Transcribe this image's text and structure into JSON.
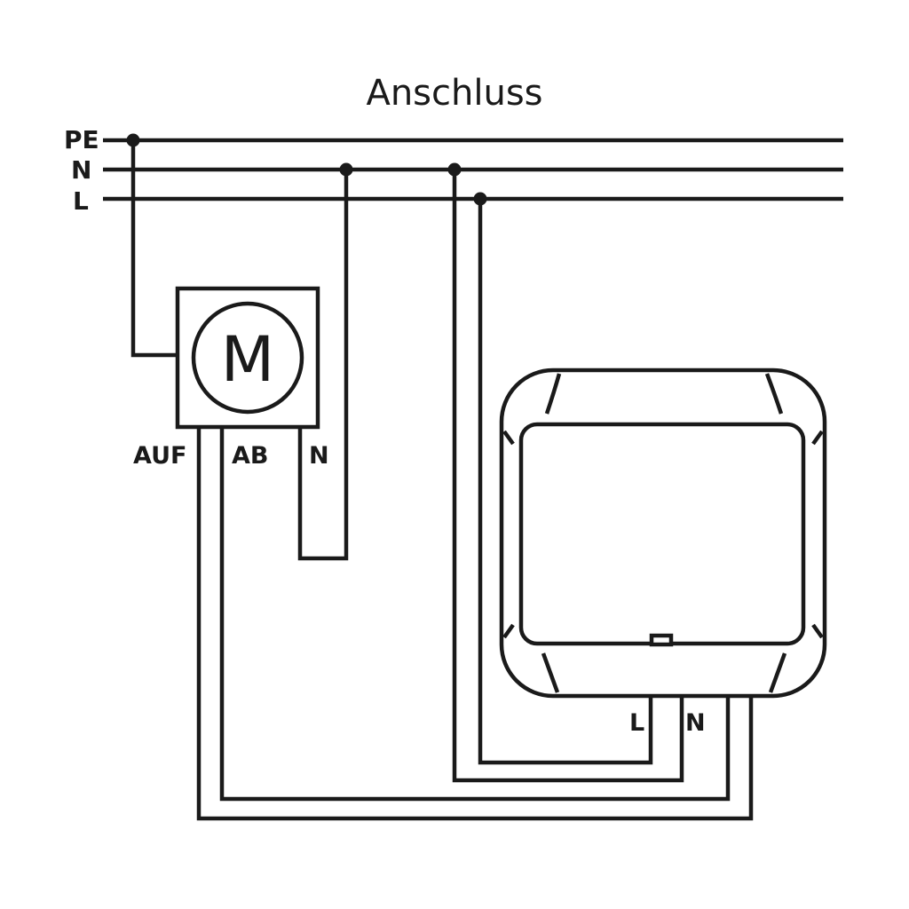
{
  "title": "Anschluss",
  "bus": {
    "pe": "PE",
    "n": "N",
    "l": "L"
  },
  "motor": {
    "symbol": "M",
    "terminals": {
      "auf": "AUF",
      "ab": "AB",
      "n": "N"
    }
  },
  "switch_device": {
    "terminals": {
      "l": "L",
      "n": "N"
    }
  },
  "colors": {
    "line": "#1a1a1a",
    "background": "#ffffff"
  }
}
